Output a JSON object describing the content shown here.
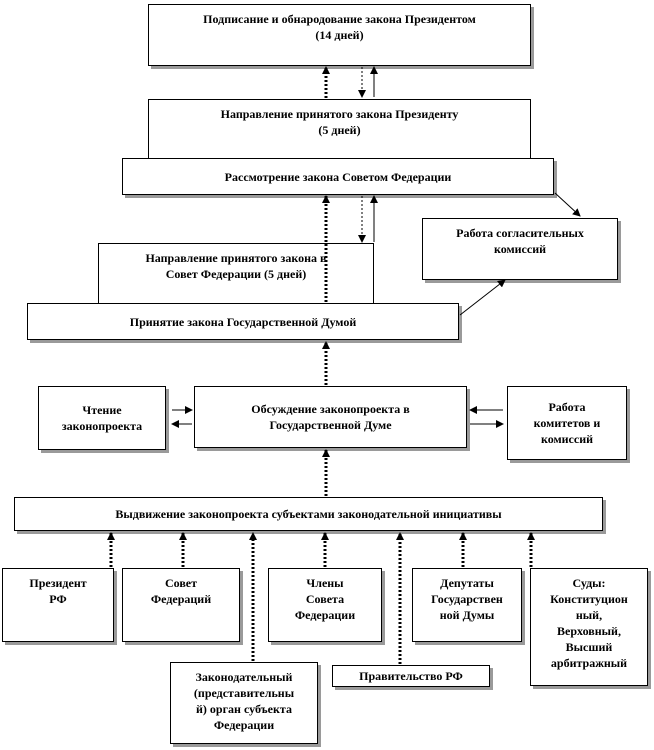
{
  "diagram": {
    "signing": "Подписание и обнародование закона Президентом\n(14 дней)",
    "send_president": "Направление принятого закона Президенту\n(5 дней)",
    "federation_council": "Рассмотрение закона Советом Федерации",
    "conciliation": "Работа согласительных\nкомиссий",
    "send_council": "Направление принятого закона в\nСовет Федерации (5 дней)",
    "duma_adoption": "Принятие закона Государственной Думой",
    "reading": "Чтение\nзаконопроекта",
    "discussion": "Обсуждение законопроекта в\nГосударственной Думе",
    "committees": "Работа\nкомитетов и\nкомиссий",
    "initiative": "Выдвижение законопроекта субъектами  законодательной инициативы",
    "subjects": {
      "president": "Президент\nРФ",
      "council": "Совет\nФедераций",
      "members": "Члены\nСовета\nФедерации",
      "deputies": "Депутаты\nГосударствен\nной Думы",
      "courts": "Суды:\nКонституцион\nный,\nВерховный,\nВысший\nарбитражный",
      "regional": "Законодательный\n(представительны\nй) орган субъекта\nФедерации",
      "government": "Правительство РФ"
    }
  }
}
